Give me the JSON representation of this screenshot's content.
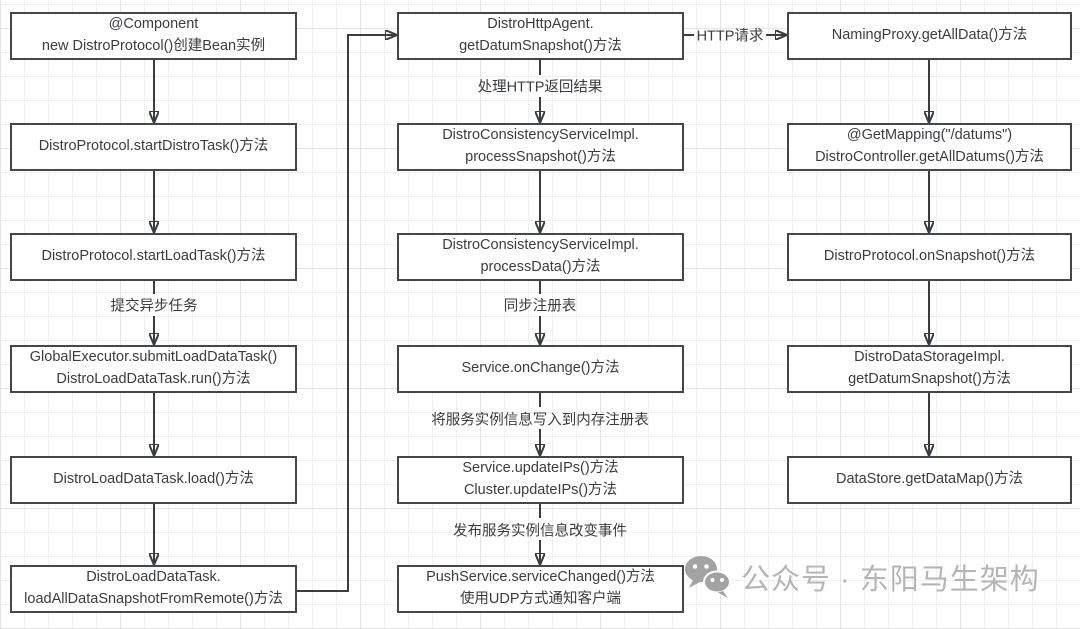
{
  "nodes": {
    "component_bean": "@Component\nnew DistroProtocol()创建Bean实例",
    "start_distro_task": "DistroProtocol.startDistroTask()方法",
    "start_load_task": "DistroProtocol.startLoadTask()方法",
    "submit_load_data_task": "GlobalExecutor.submitLoadDataTask()\nDistroLoadDataTask.run()方法",
    "load": "DistroLoadDataTask.load()方法",
    "load_all_data_snapshot_from_remote": "DistroLoadDataTask.\nloadAllDataSnapshotFromRemote()方法",
    "http_agent_get_datum_snapshot": "DistroHttpAgent.\ngetDatumSnapshot()方法",
    "process_snapshot": "DistroConsistencyServiceImpl.\nprocessSnapshot()方法",
    "process_data": "DistroConsistencyServiceImpl.\nprocessData()方法",
    "service_on_change": "Service.onChange()方法",
    "update_ips": "Service.updateIPs()方法\nCluster.updateIPs()方法",
    "push_service_changed": "PushService.serviceChanged()方法\n使用UDP方式通知客户端",
    "naming_proxy_get_all_data": "NamingProxy.getAllData()方法",
    "distro_controller_get_all_datums": "@GetMapping(\"/datums\")\nDistroController.getAllDatums()方法",
    "on_snapshot": "DistroProtocol.onSnapshot()方法",
    "storage_get_datum_snapshot": "DistroDataStorageImpl.\ngetDatumSnapshot()方法",
    "data_store_get_data_map": "DataStore.getDataMap()方法"
  },
  "edge_labels": {
    "submit_async_task": "提交异步任务",
    "handle_http_response": "处理HTTP返回结果",
    "sync_registry": "同步注册表",
    "write_instance_to_memory_registry": "将服务实例信息写入到内存注册表",
    "publish_instance_change_event": "发布服务实例信息改变事件",
    "http_request": "HTTP请求"
  },
  "watermark": {
    "label": "公众号 · 东阳马生架构",
    "icon": "wechat-icon"
  },
  "colors": {
    "box_border": "#43474a",
    "text": "#3a3d40",
    "arrow": "#3a3d40",
    "watermark": "#b5b5b5"
  }
}
